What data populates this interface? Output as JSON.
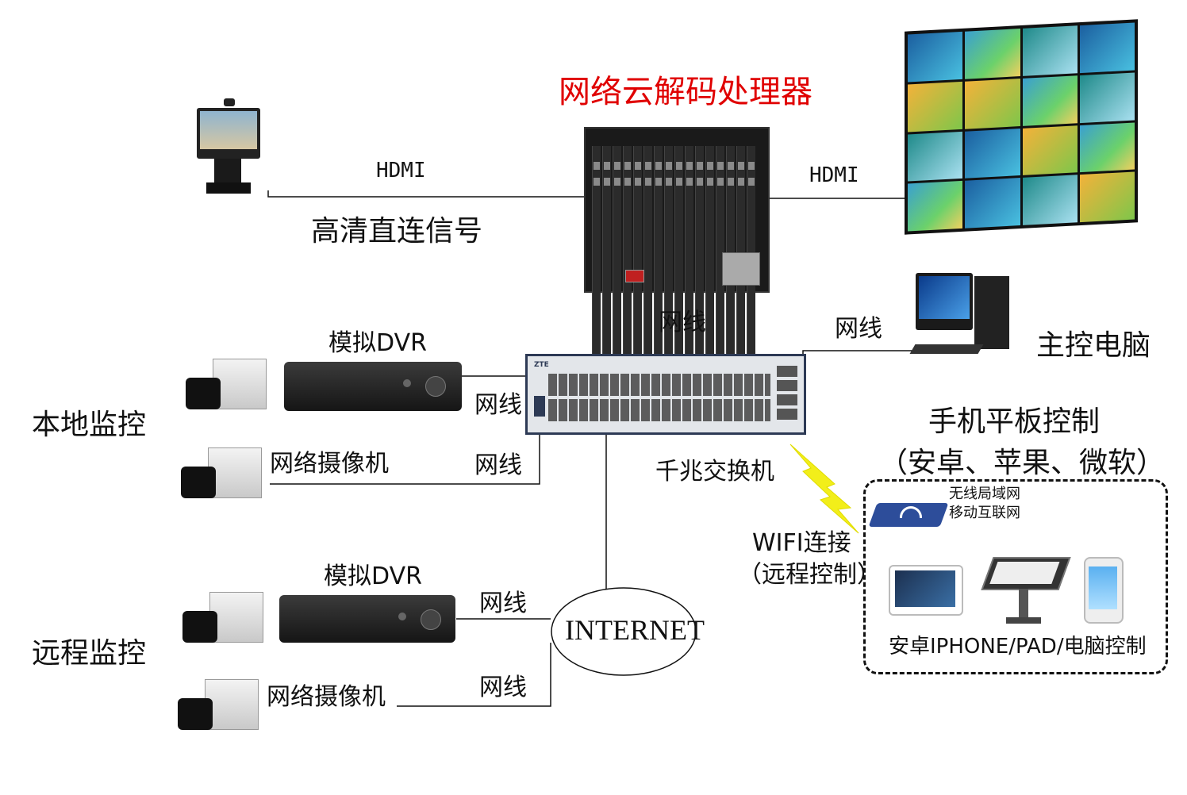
{
  "title": "网络云解码处理器",
  "labels": {
    "hdmi_left": "HDMI",
    "hdmi_right": "HDMI",
    "hd_direct": "高清直连信号",
    "net_top": "网线",
    "net_pc": "网线",
    "main_pc": "主控电脑",
    "dvr_local": "模拟DVR",
    "net_dvr_local": "网线",
    "local_monitor": "本地监控",
    "ipcam_local": "网络摄像机",
    "net_ipcam_local": "网线",
    "switch": "千兆交换机",
    "mobile_title": "手机平板控制",
    "mobile_sub": "（安卓、苹果、微软）",
    "wlan_line1": "无线局域网",
    "wlan_line2": "移动互联网",
    "wifi_line1": "WIFI连接",
    "wifi_line2": "（远程控制）",
    "dvr_remote": "模拟DVR",
    "net_dvr_remote": "网线",
    "internet": "INTERNET",
    "remote_monitor": "远程监控",
    "ipcam_remote": "网络摄像机",
    "net_ipcam_remote": "网线",
    "device_control": "安卓IPHONE/PAD/电脑控制"
  },
  "colors": {
    "title": "#e00000",
    "lightning": "#f2ee1a",
    "switch_frame": "#2d3a55"
  },
  "icons": [
    "video-conference-terminal-icon",
    "decoder-chassis-icon",
    "video-wall-icon",
    "desktop-computer-icon",
    "network-switch-icon",
    "dvr-icon",
    "cctv-camera-icon",
    "lightning-icon",
    "wireless-router-icon",
    "tablet-icon",
    "kiosk-icon",
    "smartphone-icon"
  ]
}
